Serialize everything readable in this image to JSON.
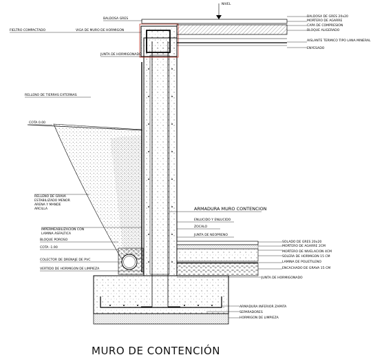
{
  "title": "MURO DE CONTENCIÓN",
  "arrow_tag": "NIVEL",
  "labels": {
    "baldosa_gres_top": "BALDOSA GRES",
    "fieltro": "FIELTRO COMPACTADO",
    "viga_muro": "VIGA DE MURO DE HORMIGON",
    "junta_top": "JUNTA DE HORMIGONADO",
    "relleno_tierras": "RELLENO DE TIERRAS EXTERNAS",
    "cota_mil": "COTA 0.00",
    "r_baldosa": "BALDOSA DE GRES 20x20",
    "r_mortero": "MORTERO DE AGARRE",
    "r_capa": "CAPA DE COMPRESION",
    "r_bloque": "BLOQUE ALIGERADO",
    "r_aislante": "AISLANTE TERMICO TIPO LANA MINERAL",
    "r_enyesado": "ENYESADO",
    "relleno_grava": "RELLENO DE GRAVA ESTABILIZADO MENOR ARENA Y MANDE ARCILLA",
    "impermeabilizacion": "IMPERMEABILIZACION CON LAMINA ASFALTICA",
    "bloque_poroso": "BLOQUE POROSO",
    "cota_bot": "COTA -1.90",
    "colector": "COLECTOR DE DRENAJE DE PVC",
    "hormigon_limpieza_l": "VERTIDO DE HORMIGON DE LIMPIEZA",
    "armadura": "ARMADURA MURO CONTENCION",
    "enlucido": "ENLUCIDO Y ENLUCIDO",
    "zocalo": "ZOCALO",
    "junta_neopreno": "JUNTA DE NEOPRENO",
    "f_solado": "SOLADO DE GRES 20x20",
    "f_mortero": "MORTERO DE AGARRE 2CM",
    "f_mortero_niv": "MORTERO DE NIVELACION 4CM",
    "f_solera": "SOLERA DE HORMIGON 15 CM",
    "f_lamina": "LAMINA DE POLIETILENO",
    "f_encachado": "ENCACHADO DE GRAVA 15 CM",
    "f_junta": "JUNTA DE HORMIGONADO",
    "z_armadura": "ARMADURA INFERIOR ZAPATA",
    "z_separadores": "SEPARADORES",
    "z_hormigon": "HORMIGON DE LIMPIEZA"
  }
}
